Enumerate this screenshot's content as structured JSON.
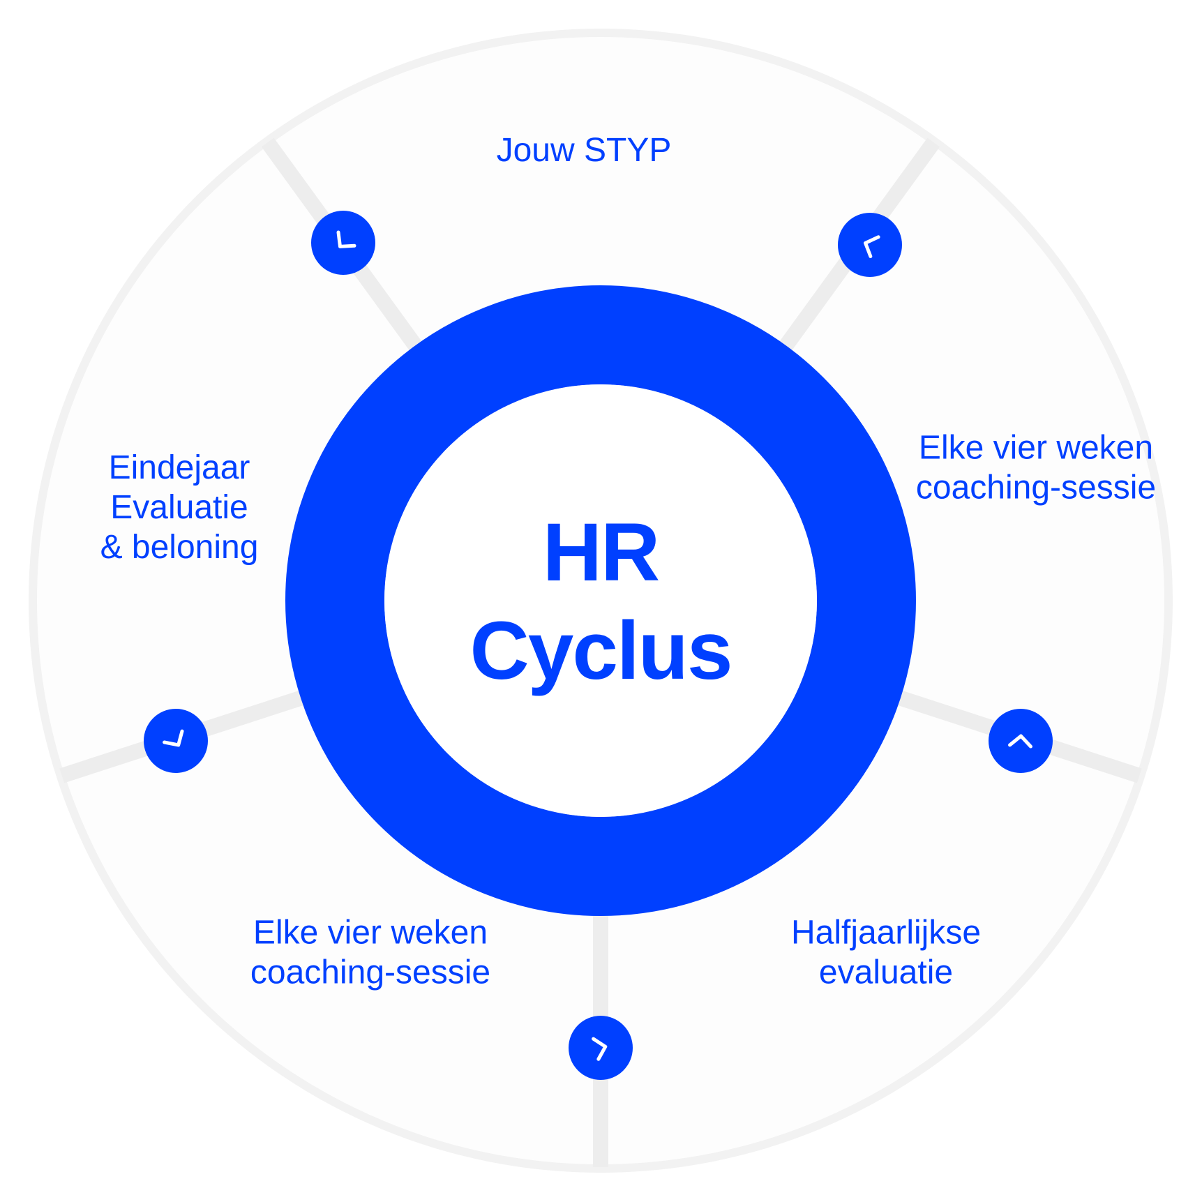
{
  "colors": {
    "accent": "#0040ff",
    "segment_fill": "#fdfdfd",
    "divider": "#ededed",
    "outer_ring": "#f2f2f2",
    "arrow_stroke": "#ffffff"
  },
  "center": {
    "line1": "HR",
    "line2": "Cyclus"
  },
  "segments": [
    {
      "lines": [
        "Jouw STYP"
      ]
    },
    {
      "lines": [
        "Elke vier weken",
        "coaching-sessie"
      ]
    },
    {
      "lines": [
        "Halfjaarlijkse",
        "evaluatie"
      ]
    },
    {
      "lines": [
        "Elke vier weken",
        "coaching-sessie"
      ]
    },
    {
      "lines": [
        "Eindejaar",
        "Evaluatie",
        "& beloning"
      ]
    }
  ],
  "arrow_icons": [
    "chevron-arrow-icon",
    "chevron-arrow-icon",
    "chevron-arrow-icon",
    "chevron-arrow-icon",
    "chevron-arrow-icon"
  ]
}
